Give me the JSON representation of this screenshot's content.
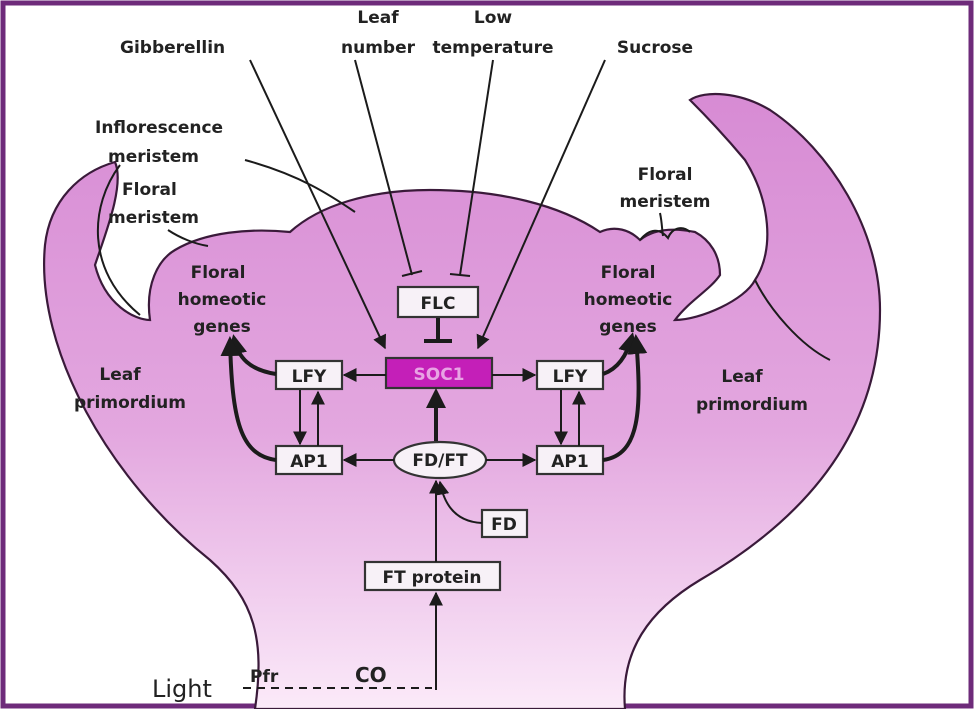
{
  "inputs": {
    "gibberellin": "Gibberellin",
    "leaf_number_1": "Leaf",
    "leaf_number_2": "number",
    "low_temp_1": "Low",
    "low_temp_2": "temperature",
    "sucrose": "Sucrose"
  },
  "tissue_labels": {
    "inflorescence_1": "Inflorescence",
    "inflorescence_2": "meristem",
    "floral_meristem_left_1": "Floral",
    "floral_meristem_left_2": "meristem",
    "floral_meristem_right_1": "Floral",
    "floral_meristem_right_2": "meristem",
    "leaf_primordium_left_1": "Leaf",
    "leaf_primordium_left_2": "primordium",
    "leaf_primordium_right_1": "Leaf",
    "leaf_primordium_right_2": "primordium"
  },
  "genes": {
    "homeotic_left_1": "Floral",
    "homeotic_left_2": "homeotic",
    "homeotic_left_3": "genes",
    "homeotic_right_1": "Floral",
    "homeotic_right_2": "homeotic",
    "homeotic_right_3": "genes",
    "flc": "FLC",
    "soc1": "SOC1",
    "lfy_left": "LFY",
    "lfy_right": "LFY",
    "ap1_left": "AP1",
    "ap1_right": "AP1",
    "fdft": "FD/FT",
    "fd": "FD",
    "ft_protein": "FT protein"
  },
  "signal": {
    "light": "Light",
    "pfr": "Pfr",
    "co": "CO"
  },
  "colors": {
    "tissue_fill": "#d98ed6",
    "tissue_outline": "#3a1a3a",
    "soc1_fill": "#c41fb8",
    "border": "#6e2b7a"
  }
}
